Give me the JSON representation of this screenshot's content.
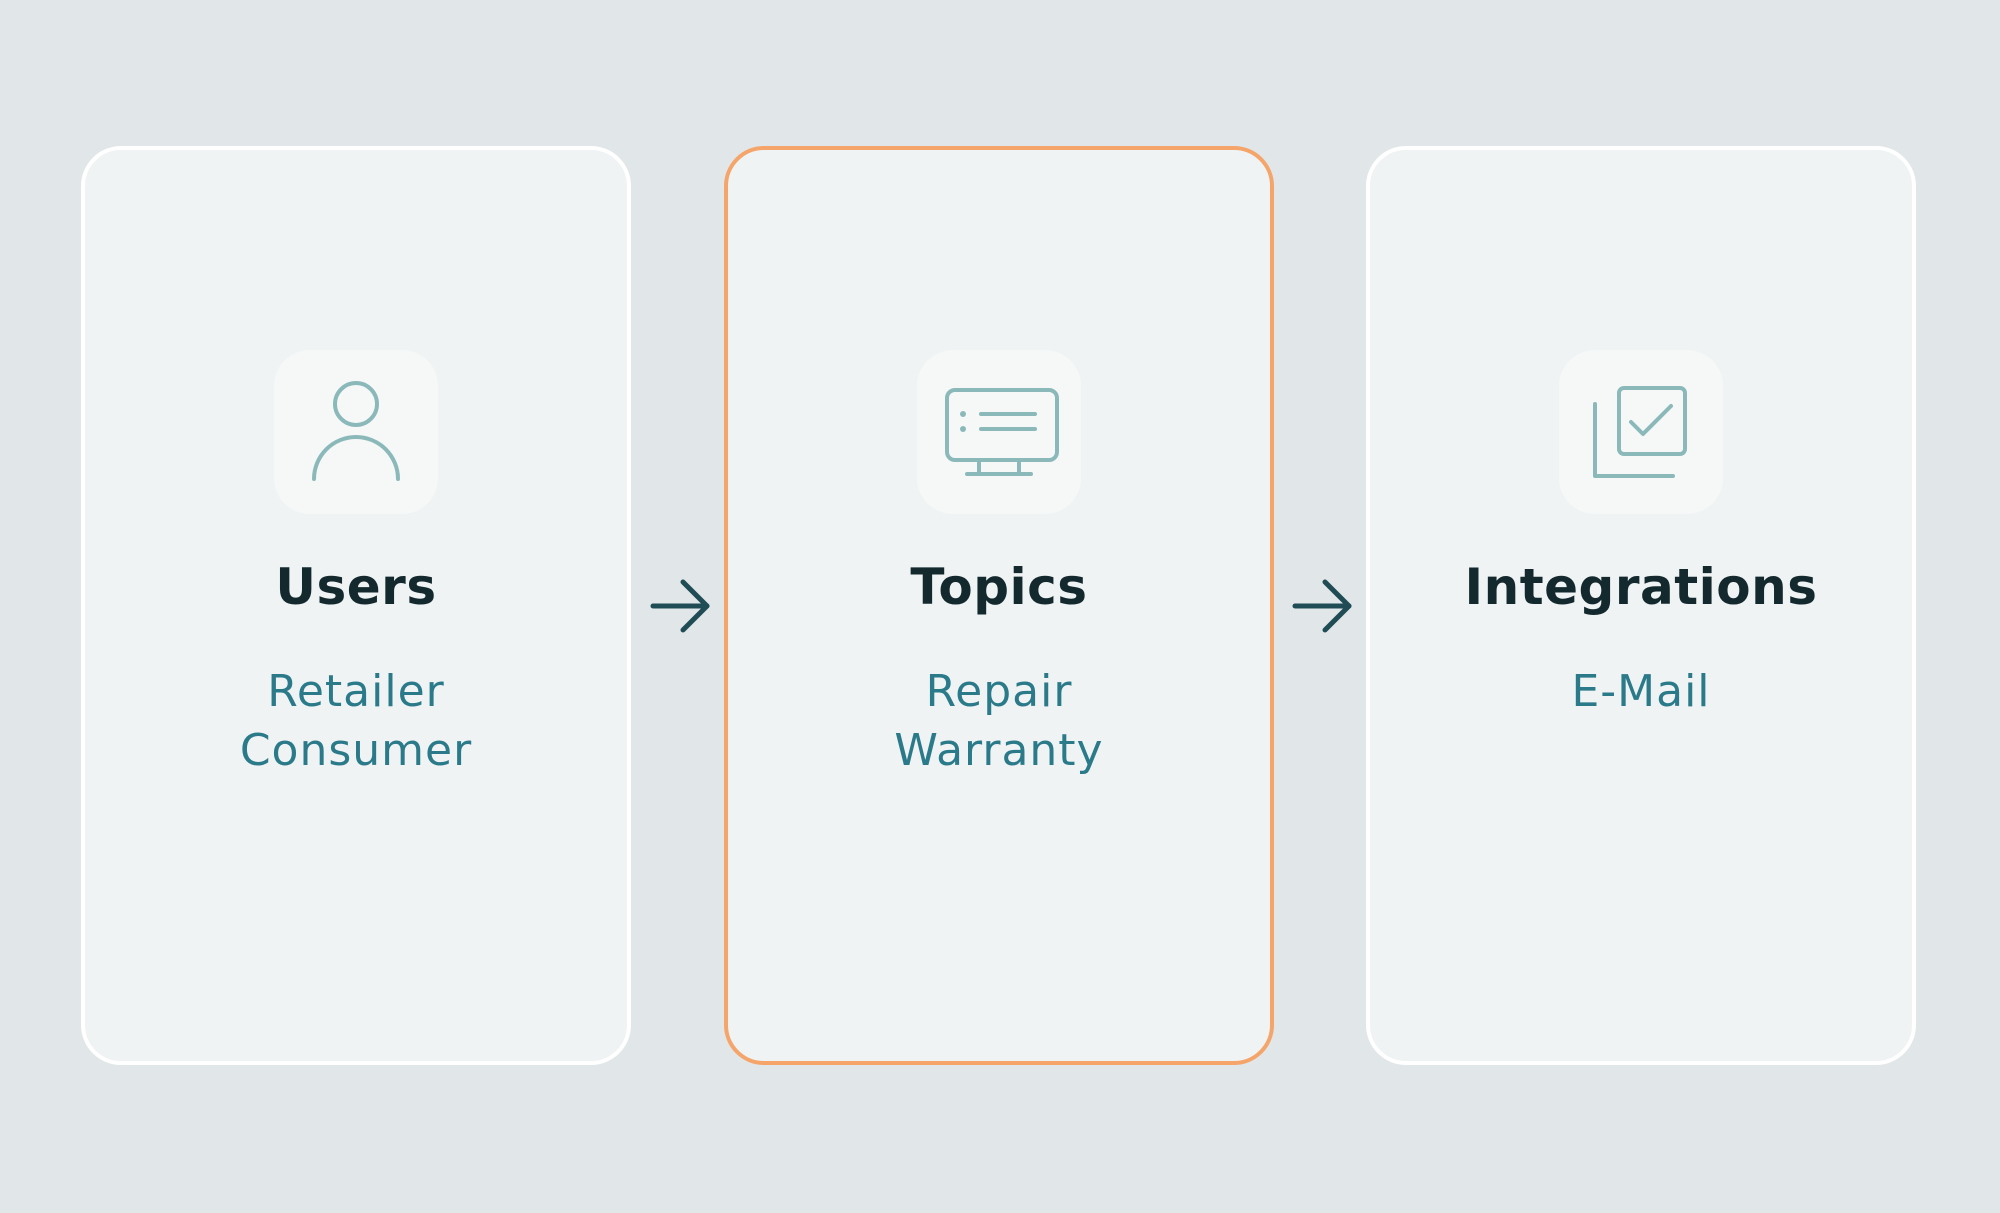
{
  "colors": {
    "background": "#e1e6e8",
    "card": "#eff3f4",
    "card_border": "#ffffff",
    "active_border": "#f5a46a",
    "title": "#13292e",
    "item": "#2b7a8a",
    "icon": "#8bb9ba",
    "arrow": "#1f4c55"
  },
  "steps": [
    {
      "title": "Users",
      "icon": "user-icon",
      "active": false,
      "items": [
        "Retailer",
        "Consumer"
      ]
    },
    {
      "title": "Topics",
      "icon": "monitor-list-icon",
      "active": true,
      "items": [
        "Repair",
        "Warranty"
      ]
    },
    {
      "title": "Integrations",
      "icon": "checkbox-stack-icon",
      "active": false,
      "items": [
        "E-Mail"
      ]
    }
  ],
  "connectors": [
    "arrow-right-icon",
    "arrow-right-icon"
  ]
}
